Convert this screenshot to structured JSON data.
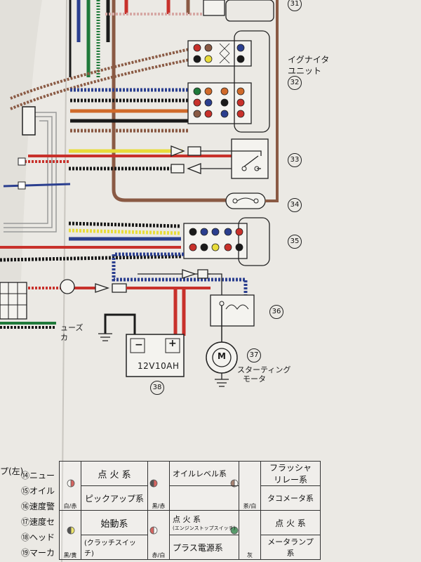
{
  "labels": {
    "igniter_line1": "イグナイタ",
    "igniter_line2": "ユニット",
    "starter_line1": "スターティング",
    "starter_line2": "モータ",
    "battery": "12V10AH",
    "fuse_line1": "ューズ",
    "fuse_line2": "カ",
    "motor": "M",
    "battery_minus": "−",
    "battery_plus": "+"
  },
  "ref_numbers": [
    "31",
    "32",
    "33",
    "34",
    "35",
    "36",
    "37",
    "38"
  ],
  "left_index": [
    {
      "num": "⑭",
      "text": "ニュー"
    },
    {
      "num": "⑮",
      "text": "オイル"
    },
    {
      "num": "⑯",
      "text": "速度警"
    },
    {
      "num": "⑰",
      "text": "速度セ"
    },
    {
      "num": "⑱",
      "text": "ヘッド"
    },
    {
      "num": "⑲",
      "text": "マーカ"
    }
  ],
  "left_index_prefix": "プ(左)",
  "legend": {
    "row1": {
      "c1": "点 火 系",
      "c2": "オイルレベル系",
      "c3_line1": "フラッシャ",
      "c3_line2": "リレー系"
    },
    "row2": {
      "d1": "白/赤",
      "c1": "ピックアップ系",
      "d2": "黒/赤",
      "d3": "茶/白",
      "c3": "タコメータ系"
    },
    "row3": {
      "c1": "始動系",
      "c2_small": "(エンジンストップスイッチ)",
      "c2": "点 火 系",
      "c3": "点 火 系"
    },
    "row4": {
      "d1": "黒/黄",
      "c1": "(クラッチスイッチ)",
      "d2": "赤/白",
      "c2": "プラス電源系",
      "d3": "灰",
      "c3": "メータランプ系"
    }
  },
  "colors": {
    "paper": "#ebe9e4",
    "red": "#c8312b",
    "blue": "#2b3f8f",
    "green": "#1f7a3a",
    "yellow": "#e8dc3a",
    "brown": "#8a5a44",
    "orange": "#d06a2a",
    "black": "#1a1a1a",
    "pink": "#d6a8a4"
  }
}
